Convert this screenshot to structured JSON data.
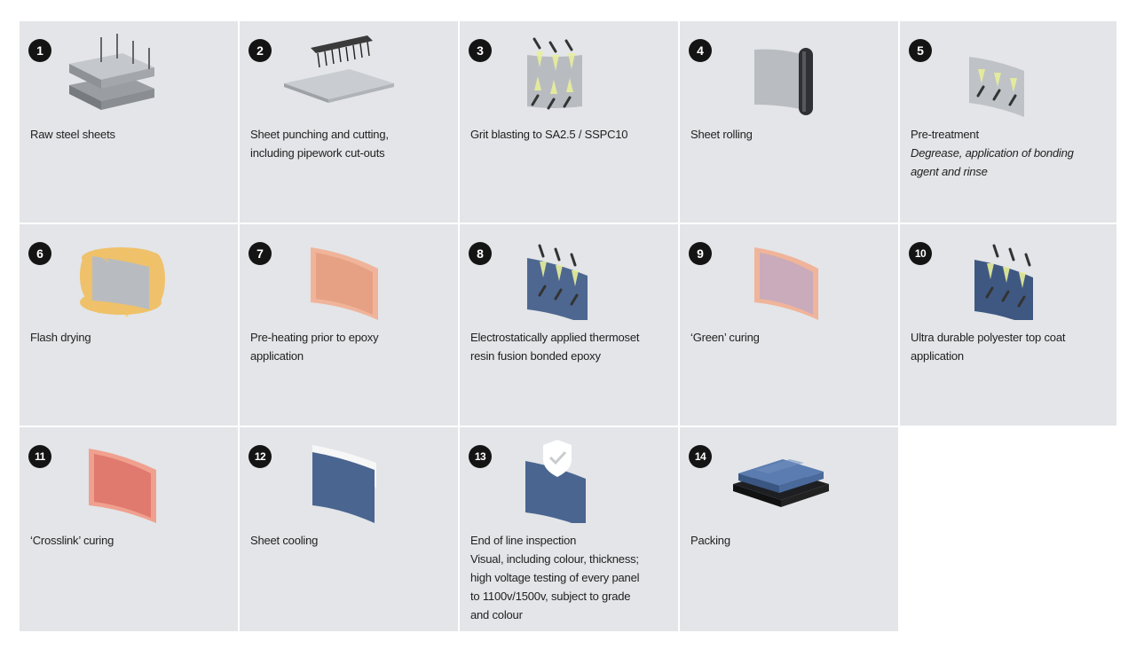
{
  "steps": [
    {
      "n": "1",
      "caption": [
        "Raw steel sheets"
      ],
      "detail": []
    },
    {
      "n": "2",
      "caption": [
        "Sheet punching and cutting,",
        "including pipework cut-outs"
      ],
      "detail": []
    },
    {
      "n": "3",
      "caption": [
        "Grit blasting to SA2.5 / SSPC10"
      ],
      "detail": []
    },
    {
      "n": "4",
      "caption": [
        "Sheet rolling"
      ],
      "detail": []
    },
    {
      "n": "5",
      "caption": [
        "Pre-treatment"
      ],
      "detail": [
        "Degrease, application of bonding",
        "agent and rinse"
      ]
    },
    {
      "n": "6",
      "caption": [
        "Flash drying"
      ],
      "detail": []
    },
    {
      "n": "7",
      "caption": [
        "Pre-heating prior to epoxy",
        "application"
      ],
      "detail": []
    },
    {
      "n": "8",
      "caption": [
        "Electrostatically applied thermoset",
        "resin fusion bonded epoxy"
      ],
      "detail": []
    },
    {
      "n": "9",
      "caption": [
        "‘Green’ curing"
      ],
      "detail": []
    },
    {
      "n": "10",
      "caption": [
        "Ultra durable polyester top coat",
        "application"
      ],
      "detail": []
    },
    {
      "n": "11",
      "caption": [
        "‘Crosslink’ curing"
      ],
      "detail": []
    },
    {
      "n": "12",
      "caption": [
        "Sheet cooling"
      ],
      "detail": []
    },
    {
      "n": "13",
      "caption": [
        "End of line inspection",
        "Visual, including colour, thickness;",
        "high voltage testing of every panel",
        "to 1100v/1500v, subject to grade",
        "and colour"
      ],
      "detail": []
    },
    {
      "n": "14",
      "caption": [
        "Packing"
      ],
      "detail": []
    }
  ],
  "icons": [
    "steel-sheets-icon",
    "punching-icon",
    "grit-blast-icon",
    "rolling-icon",
    "pretreatment-icon",
    "flash-drying-icon",
    "preheat-panel-icon",
    "electrostatic-spray-icon",
    "green-cure-panel-icon",
    "topcoat-spray-icon",
    "crosslink-cure-panel-icon",
    "cooling-panel-icon",
    "inspection-shield-icon",
    "packing-crate-icon"
  ],
  "colors": {
    "cell_bg": "#e3e5e8",
    "badge": "#141414",
    "steel": "#b9bcc0",
    "heat": "#e8a98a",
    "green_cure": "#c8aab8",
    "crosslink": "#e07a6e",
    "coated": "#45608a",
    "flash": "#f0b030"
  }
}
